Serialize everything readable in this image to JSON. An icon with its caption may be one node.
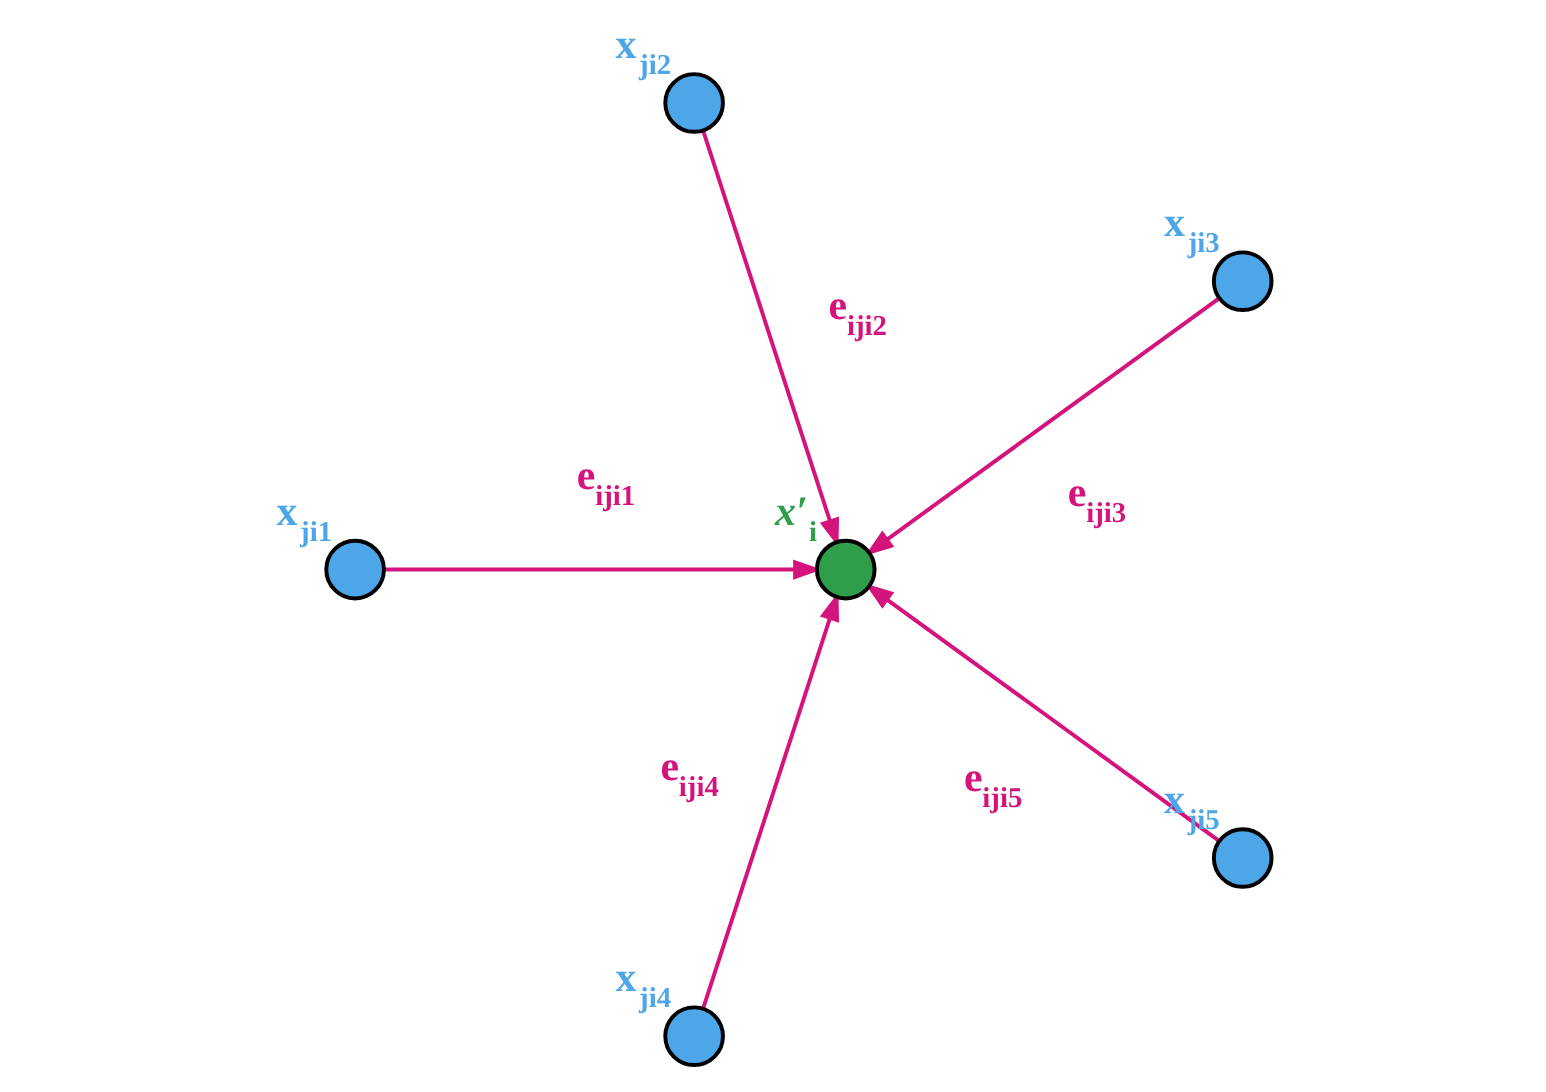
{
  "diagram": {
    "nodes": [
      {
        "text": [],
        "shape": "circle",
        "beside": [
          "x$_{ji3}$"
        ]
      },
      {
        "text": [],
        "shape": "circle",
        "beside": [
          "x$_{ji2}$"
        ]
      },
      {
        "text": [],
        "shape": "circle",
        "beside": [
          "*x′*$_{i}$"
        ]
      },
      {
        "text": [],
        "shape": "circle",
        "beside": [
          "x$_{ji1}$"
        ]
      },
      {
        "text": [],
        "shape": "circle",
        "beside": [
          "x$_{ji4}$"
        ]
      },
      {
        "text": [],
        "shape": "circle",
        "beside": [
          "x$_{ji5}$"
        ]
      }
    ],
    "edges": [
      {
        "from": 0,
        "to": 2,
        "arrow": "to",
        "label": "e$_{iji3}$"
      },
      {
        "from": 1,
        "to": 2,
        "arrow": "to",
        "label": "e$_{iji2}$"
      },
      {
        "from": 3,
        "to": 2,
        "arrow": "to",
        "label": "e$_{iji1}$"
      },
      {
        "from": 4,
        "to": 2,
        "arrow": "to",
        "label": "e$_{iji4}$"
      },
      {
        "from": 5,
        "to": 2,
        "arrow": "to",
        "label": "e$_{iji5}$"
      }
    ]
  }
}
